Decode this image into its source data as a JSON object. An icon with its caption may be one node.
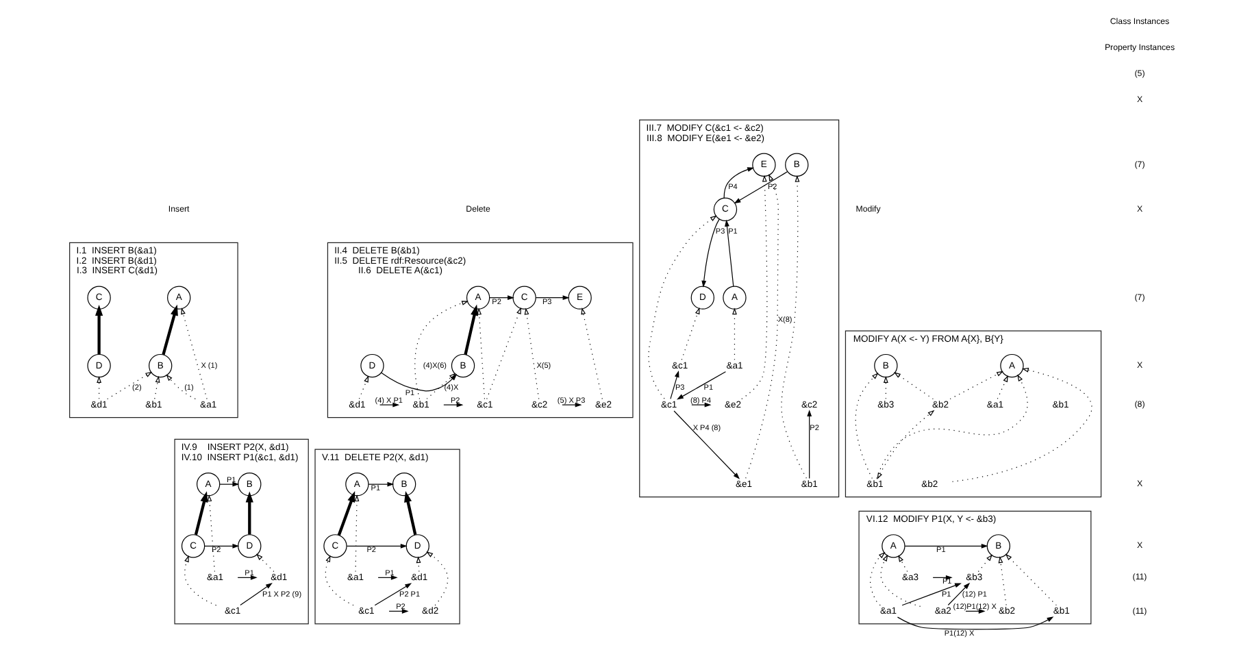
{
  "diagram": {
    "nodes": [
      {
        "text": [
          "I.1  INSERT B(&a1)",
          "I.2  INSERT B(&d1)",
          "I.3  INSERT C(&d1)"
        ]
      },
      {
        "text": [
          "A"
        ],
        "in": 0
      },
      {
        "text": [
          "C"
        ],
        "in": 0
      },
      {
        "text": [
          "B"
        ],
        "in": 0
      },
      {
        "text": [
          "D"
        ],
        "in": 0
      },
      {
        "text": [
          "&a1"
        ],
        "in": 0
      },
      {
        "text": [
          "&b1"
        ],
        "in": 0
      },
      {
        "text": [
          "&d1"
        ],
        "in": 0
      },
      {
        "text": [
          "II.4  DELETE B(&b1)",
          "II.5  DELETE rdf:Resource(&c2)",
          "II.6  DELETE A(&c1)"
        ]
      },
      {
        "text": [
          "A"
        ],
        "in": 8
      },
      {
        "text": [
          "C"
        ],
        "in": 8
      },
      {
        "text": [
          "E"
        ],
        "in": 8
      },
      {
        "text": [
          "D"
        ],
        "in": 8
      },
      {
        "text": [
          "B"
        ],
        "in": 8
      },
      {
        "text": [
          "&d1"
        ],
        "in": 8
      },
      {
        "text": [
          "&b1"
        ],
        "in": 8
      },
      {
        "text": [
          "&c1"
        ],
        "in": 8
      },
      {
        "text": [
          "&c2"
        ],
        "in": 8
      },
      {
        "text": [
          "&e2"
        ],
        "in": 8
      },
      {
        "text": [
          "III.7  MODIFY C(&c1 <- &c2)",
          "III.8  MODIFY E(&e1 <- &e2)"
        ]
      },
      {
        "text": [
          "A"
        ],
        "in": 19
      },
      {
        "text": [
          "C"
        ],
        "in": 19
      },
      {
        "text": [
          "D"
        ],
        "in": 19
      },
      {
        "text": [
          "B"
        ],
        "in": 19
      },
      {
        "text": [
          "E"
        ],
        "in": 19
      },
      {
        "text": [
          "&a1"
        ],
        "in": 19
      },
      {
        "text": [
          "&c1"
        ],
        "in": 19
      },
      {
        "text": [
          "&c1"
        ],
        "in": 19
      },
      {
        "text": [
          "&c2"
        ],
        "in": 19
      },
      {
        "text": [
          "&b1"
        ],
        "in": 19
      },
      {
        "text": [
          "&e2"
        ],
        "in": 19
      },
      {
        "text": [
          "&e1"
        ],
        "in": 19
      },
      {
        "text": [
          "MODIFY A(X <- Y) FROM A{X}, B{Y}"
        ]
      },
      {
        "text": [
          "A"
        ],
        "in": 32
      },
      {
        "text": [
          "B"
        ],
        "in": 32
      },
      {
        "text": [
          "&b2"
        ],
        "in": 32
      },
      {
        "text": [
          "&a1"
        ],
        "in": 32
      },
      {
        "text": [
          "&b1"
        ],
        "in": 32
      },
      {
        "text": [
          "&b3"
        ],
        "in": 32
      },
      {
        "text": [
          "&b2"
        ],
        "in": 32
      },
      {
        "text": [
          "&b1"
        ],
        "in": 32
      },
      {
        "text": [
          "IV.9    INSERT P2(X, &d1)",
          "IV.10  INSERT P1(&c1, &d1)"
        ]
      },
      {
        "text": [
          "A"
        ],
        "in": 41
      },
      {
        "text": [
          "B"
        ],
        "in": 41
      },
      {
        "text": [
          "C"
        ],
        "in": 41
      },
      {
        "text": [
          "D"
        ],
        "in": 41
      },
      {
        "text": [
          "&a1"
        ],
        "in": 41
      },
      {
        "text": [
          "&d1"
        ],
        "in": 41
      },
      {
        "text": [
          "&c1"
        ],
        "in": 41
      },
      {
        "text": [
          "V.11  DELETE P2(X, &d1)"
        ]
      },
      {
        "text": [
          "A"
        ],
        "in": 49
      },
      {
        "text": [
          "B"
        ],
        "in": 49
      },
      {
        "text": [
          "C"
        ],
        "in": 49
      },
      {
        "text": [
          "D"
        ],
        "in": 49
      },
      {
        "text": [
          "&a1"
        ],
        "in": 49
      },
      {
        "text": [
          "&d1"
        ],
        "in": 49
      },
      {
        "text": [
          "&c1"
        ],
        "in": 49
      },
      {
        "text": [
          "&d2"
        ],
        "in": 49
      },
      {
        "text": [
          "VI.12  MODIFY P1(X, Y <- &b3)"
        ]
      },
      {
        "text": [
          "A"
        ],
        "in": 58
      },
      {
        "text": [
          "B"
        ],
        "in": 58
      },
      {
        "text": [
          "&a1"
        ],
        "in": 58
      },
      {
        "text": [
          "&b1"
        ],
        "in": 58
      },
      {
        "text": [
          "&a2"
        ],
        "in": 58
      },
      {
        "text": [
          "&b2"
        ],
        "in": 58
      },
      {
        "text": [
          "&a3"
        ],
        "in": 58
      },
      {
        "text": [
          "&b3"
        ],
        "in": 58
      }
    ],
    "edges": [
      {
        "from": 3,
        "to": 1,
        "arrow": "to",
        "style": "thick"
      },
      {
        "from": 4,
        "to": 2,
        "arrow": "to",
        "style": "thick"
      },
      {
        "from": 5,
        "to": 1,
        "arrow": "to",
        "style": "dashed",
        "label": "X (1)"
      },
      {
        "from": 5,
        "to": 3,
        "arrow": "to",
        "style": "dashed",
        "label": "(1)"
      },
      {
        "from": 6,
        "to": 3,
        "arrow": "to",
        "style": "dashed"
      },
      {
        "from": 7,
        "to": 3,
        "arrow": "to",
        "style": "dashed",
        "label": "(2)"
      },
      {
        "from": 7,
        "to": 4,
        "arrow": "to",
        "style": "dashed"
      },
      {
        "from": 9,
        "to": 10,
        "arrow": "to",
        "label": "P2"
      },
      {
        "from": 10,
        "to": 11,
        "arrow": "to",
        "label": "P3"
      },
      {
        "from": 12,
        "to": 13,
        "arrow": "to",
        "label": "P1"
      },
      {
        "from": 13,
        "to": 9,
        "arrow": "to",
        "style": "thick"
      },
      {
        "from": 14,
        "to": 12,
        "arrow": "to",
        "style": "dashed"
      },
      {
        "from": 14,
        "to": 15,
        "arrow": "to",
        "label": "(4) X P1"
      },
      {
        "from": 15,
        "to": 13,
        "arrow": "to",
        "style": "dashed",
        "label": "(4)X"
      },
      {
        "from": 15,
        "to": 9,
        "arrow": "to",
        "style": "dashed",
        "label": "(4)X(6)"
      },
      {
        "from": 16,
        "to": 9,
        "arrow": "to",
        "style": "dashed"
      },
      {
        "from": 16,
        "to": 10,
        "arrow": "to",
        "style": "dashed"
      },
      {
        "from": 15,
        "to": 16,
        "arrow": "to",
        "label": "P2"
      },
      {
        "from": 17,
        "to": 10,
        "arrow": "to",
        "style": "dashed",
        "label": "X(5)"
      },
      {
        "from": 17,
        "to": 18,
        "arrow": "to",
        "label": "(5) X P3"
      },
      {
        "from": 18,
        "to": 11,
        "arrow": "to",
        "style": "dashed"
      },
      {
        "from": 20,
        "to": 21,
        "arrow": "to",
        "label": "P1"
      },
      {
        "from": 23,
        "to": 21,
        "arrow": "to",
        "label": "P2"
      },
      {
        "from": 21,
        "to": 22,
        "arrow": "to",
        "label": "P3"
      },
      {
        "from": 21,
        "to": 24,
        "arrow": "to",
        "label": "P4"
      },
      {
        "from": 25,
        "to": 20,
        "arrow": "to",
        "style": "dashed"
      },
      {
        "from": 29,
        "to": 23,
        "arrow": "to",
        "style": "dashed"
      },
      {
        "from": 27,
        "to": 21,
        "arrow": "to",
        "style": "dashed"
      },
      {
        "from": 26,
        "to": 22,
        "arrow": "to",
        "style": "dashed"
      },
      {
        "from": 31,
        "to": 24,
        "arrow": "to",
        "style": "dashed",
        "label": "X(8)"
      },
      {
        "from": 30,
        "to": 24,
        "arrow": "to",
        "style": "dashed"
      },
      {
        "from": 25,
        "to": 27,
        "arrow": "to",
        "label": "P1"
      },
      {
        "from": 29,
        "to": 28,
        "arrow": "to",
        "label": "P2"
      },
      {
        "from": 27,
        "to": 26,
        "arrow": "to",
        "label": "P3"
      },
      {
        "from": 27,
        "to": 30,
        "arrow": "to",
        "label": "(8) P4"
      },
      {
        "from": 27,
        "to": 31,
        "arrow": "to",
        "label": "X P4 (8)"
      },
      {
        "from": 39,
        "to": 33,
        "arrow": "to",
        "style": "dashed"
      },
      {
        "from": 36,
        "to": 33,
        "arrow": "to",
        "style": "dashed"
      },
      {
        "from": 40,
        "to": 33,
        "arrow": "to",
        "style": "dashed"
      },
      {
        "from": 35,
        "to": 33,
        "arrow": "to",
        "style": "dashed"
      },
      {
        "from": 40,
        "to": 34,
        "arrow": "to",
        "style": "dashed"
      },
      {
        "from": 35,
        "to": 34,
        "arrow": "to",
        "style": "dashed"
      },
      {
        "from": 38,
        "to": 34,
        "arrow": "to",
        "style": "dashed"
      },
      {
        "from": 40,
        "to": 35,
        "arrow": "both",
        "style": "dashed"
      },
      {
        "from": 42,
        "to": 43,
        "arrow": "to",
        "label": "P1"
      },
      {
        "from": 44,
        "to": 45,
        "arrow": "to",
        "label": "P2"
      },
      {
        "from": 44,
        "to": 42,
        "arrow": "to",
        "style": "thick"
      },
      {
        "from": 45,
        "to": 43,
        "arrow": "to",
        "style": "thick"
      },
      {
        "from": 46,
        "to": 42,
        "arrow": "to",
        "style": "dashed"
      },
      {
        "from": 48,
        "to": 44,
        "arrow": "to",
        "style": "dashed"
      },
      {
        "from": 47,
        "to": 45,
        "arrow": "to",
        "style": "dashed"
      },
      {
        "from": 46,
        "to": 47,
        "arrow": "to",
        "label": "P1"
      },
      {
        "from": 48,
        "to": 47,
        "arrow": "to",
        "label": "P1 X P2 (9)"
      },
      {
        "from": 50,
        "to": 51,
        "arrow": "to",
        "label": "P1"
      },
      {
        "from": 52,
        "to": 53,
        "arrow": "to",
        "label": "P2"
      },
      {
        "from": 52,
        "to": 50,
        "arrow": "to",
        "style": "thick"
      },
      {
        "from": 53,
        "to": 51,
        "arrow": "to",
        "style": "thick"
      },
      {
        "from": 54,
        "to": 50,
        "arrow": "to",
        "style": "dashed"
      },
      {
        "from": 56,
        "to": 52,
        "arrow": "to",
        "style": "dashed"
      },
      {
        "from": 55,
        "to": 53,
        "arrow": "to",
        "style": "dashed"
      },
      {
        "from": 57,
        "to": 53,
        "arrow": "to",
        "style": "dashed"
      },
      {
        "from": 54,
        "to": 55,
        "arrow": "to",
        "label": "P1"
      },
      {
        "from": 56,
        "to": 55,
        "arrow": "to",
        "label": "P2 P1"
      },
      {
        "from": 56,
        "to": 57,
        "arrow": "to",
        "label": "P2"
      },
      {
        "from": 59,
        "to": 60,
        "arrow": "to",
        "label": "P1"
      },
      {
        "from": 61,
        "to": 59,
        "arrow": "to",
        "style": "dashed"
      },
      {
        "from": 63,
        "to": 59,
        "arrow": "to",
        "style": "dashed"
      },
      {
        "from": 65,
        "to": 59,
        "arrow": "to",
        "style": "dashed"
      },
      {
        "from": 62,
        "to": 60,
        "arrow": "to",
        "style": "dashed"
      },
      {
        "from": 64,
        "to": 60,
        "arrow": "to",
        "style": "dashed"
      },
      {
        "from": 66,
        "to": 60,
        "arrow": "to",
        "style": "dashed"
      },
      {
        "from": 61,
        "to": 62,
        "arrow": "to",
        "label": "P1(12) X"
      },
      {
        "from": 63,
        "to": 64,
        "arrow": "to",
        "label": "(12)P1(12) X"
      },
      {
        "from": 61,
        "to": 66,
        "arrow": "to",
        "label": "P1"
      },
      {
        "from": 63,
        "to": 66,
        "arrow": "to",
        "label": "(12) P1"
      },
      {
        "from": 65,
        "to": 66,
        "arrow": "to",
        "label": "P1"
      }
    ],
    "labels": [
      "Insert",
      "Delete",
      "Modify",
      "Class Instances",
      "Property Instances",
      "(5)",
      "X",
      "(7)",
      "X",
      "(7)",
      "X",
      "(8)",
      "X",
      "X",
      "(11)",
      "(11)"
    ]
  }
}
